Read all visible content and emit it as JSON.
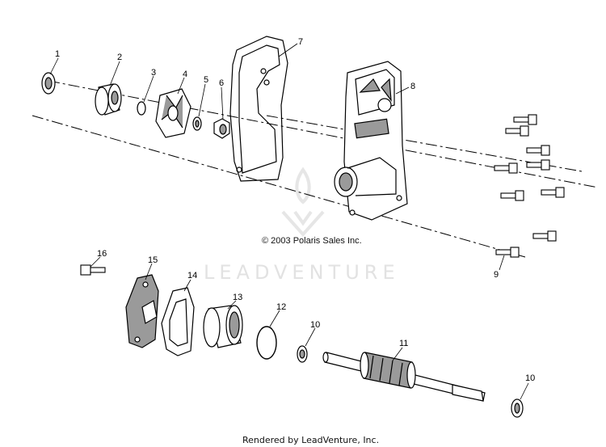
{
  "diagram": {
    "copyright": "© 2003 Polaris Sales Inc.",
    "footer": "Rendered by LeadVenture, Inc.",
    "watermark": "LEADVENTURE",
    "callouts": [
      "1",
      "2",
      "3",
      "4",
      "5",
      "6",
      "7",
      "8",
      "9",
      "10",
      "11",
      "12",
      "13",
      "14",
      "15",
      "16",
      "10"
    ]
  },
  "colors": {
    "line": "#000000",
    "shade": "#9a9a9a",
    "watermark": "#e2e2e2"
  }
}
